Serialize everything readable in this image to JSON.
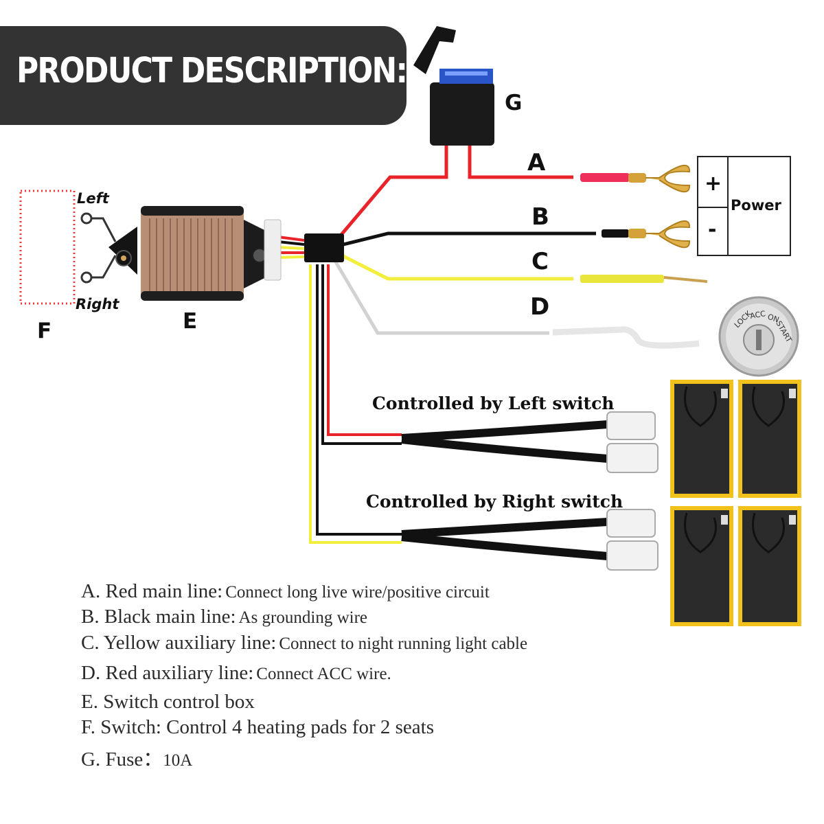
{
  "banner": {
    "title": "PRODUCT DESCRIPTION:"
  },
  "diagram": {
    "label_g": "G",
    "label_a": "A",
    "label_b": "B",
    "label_c": "C",
    "label_d": "D",
    "label_e": "E",
    "label_f": "F",
    "switch_left": "Left",
    "switch_right": "Right",
    "power_plus": "+",
    "power_minus": "-",
    "power_label": "Power",
    "ignition": {
      "lock": "LOCK",
      "acc": "ACC",
      "on": "ON",
      "start": "START"
    },
    "left_switch_caption": "Controlled by Left switch",
    "right_switch_caption": "Controlled by Right switch"
  },
  "colors": {
    "red_wire": "#e8232a",
    "black_wire": "#111111",
    "yellow_wire": "#f2ee3c",
    "white_wire": "#d9d9d9",
    "pad_border": "#f2c21c",
    "box_bronze": "#b88f74"
  },
  "legend": [
    {
      "key": "A. Red main line:",
      "value": "Connect long live wire/positive circuit"
    },
    {
      "key": "B. Black main line:",
      "value": "As grounding wire"
    },
    {
      "key": "C. Yellow auxiliary line:",
      "value": "Connect to night running light cable"
    },
    {
      "key": "D. Red auxiliary line:",
      "value": "Connect ACC wire."
    },
    {
      "key": "E. Switch control box",
      "value": ""
    },
    {
      "key": "F. Switch: Control 4 heating pads for 2 seats",
      "value": ""
    },
    {
      "key": "G. Fuse：",
      "value": "10A"
    }
  ]
}
